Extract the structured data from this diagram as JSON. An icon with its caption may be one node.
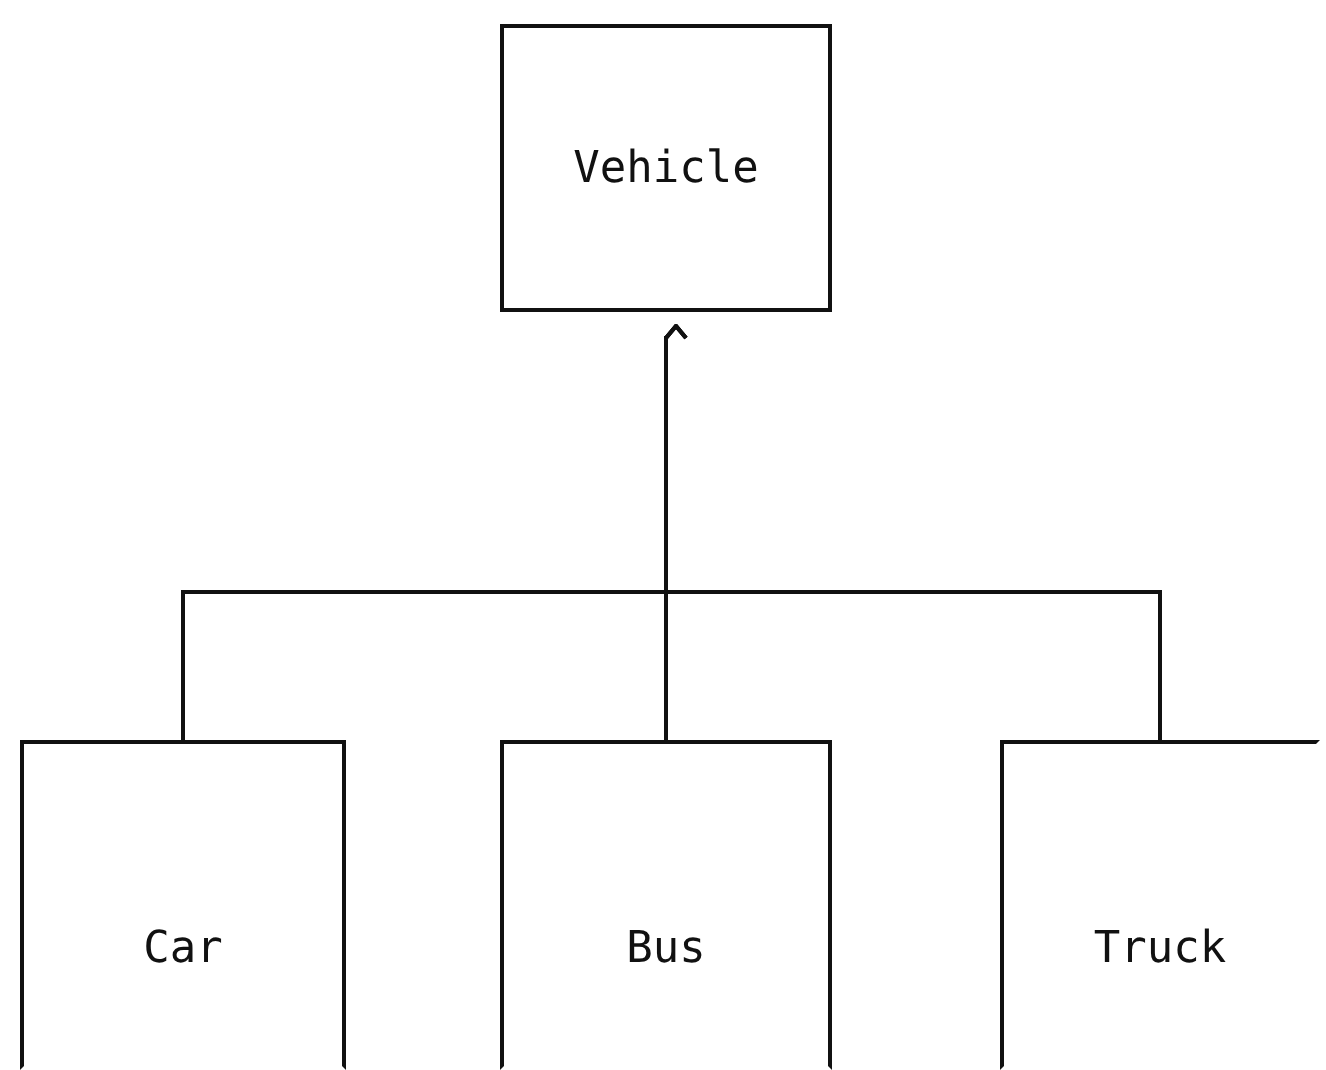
{
  "diagram": {
    "nodes": [
      {
        "text": [
          "Vehicle"
        ]
      },
      {
        "text": [
          "Car"
        ]
      },
      {
        "text": [
          "Bus"
        ]
      },
      {
        "text": [
          "Truck"
        ]
      }
    ],
    "edges": [
      {
        "from": 1,
        "to": 0,
        "arrow": "to"
      },
      {
        "from": 2,
        "to": 0,
        "arrow": "to"
      },
      {
        "from": 3,
        "to": 0,
        "arrow": "to"
      }
    ]
  }
}
